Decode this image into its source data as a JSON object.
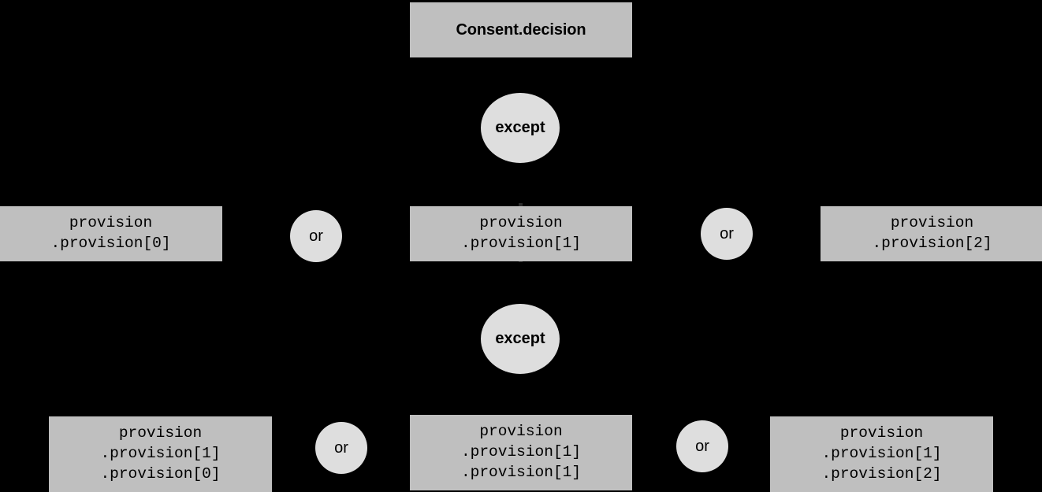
{
  "diagram": {
    "background_color": "#000000",
    "box_fill_color": "#bfbfbf",
    "ellipse_fill_color": "#dedede",
    "text_color": "#000000",
    "root": {
      "id": "consent-decision",
      "label": "Consent.decision"
    },
    "operators": [
      {
        "id": "except-1",
        "label": "except"
      },
      {
        "id": "or-1",
        "label": "or"
      },
      {
        "id": "or-2",
        "label": "or"
      },
      {
        "id": "except-2",
        "label": "except"
      },
      {
        "id": "or-3",
        "label": "or"
      },
      {
        "id": "or-4",
        "label": "or"
      }
    ],
    "level2_nodes": [
      {
        "id": "provision-0",
        "lines": [
          "provision",
          ".provision[0]"
        ]
      },
      {
        "id": "provision-1",
        "lines": [
          "provision",
          ".provision[1]"
        ]
      },
      {
        "id": "provision-2",
        "lines": [
          "provision",
          ".provision[2]"
        ]
      }
    ],
    "level3_nodes": [
      {
        "id": "provision-1-0",
        "lines": [
          "provision",
          ".provision[1]",
          ".provision[0]"
        ]
      },
      {
        "id": "provision-1-1",
        "lines": [
          "provision",
          ".provision[1]",
          ".provision[1]"
        ]
      },
      {
        "id": "provision-1-2",
        "lines": [
          "provision",
          ".provision[1]",
          ".provision[2]"
        ]
      }
    ]
  }
}
